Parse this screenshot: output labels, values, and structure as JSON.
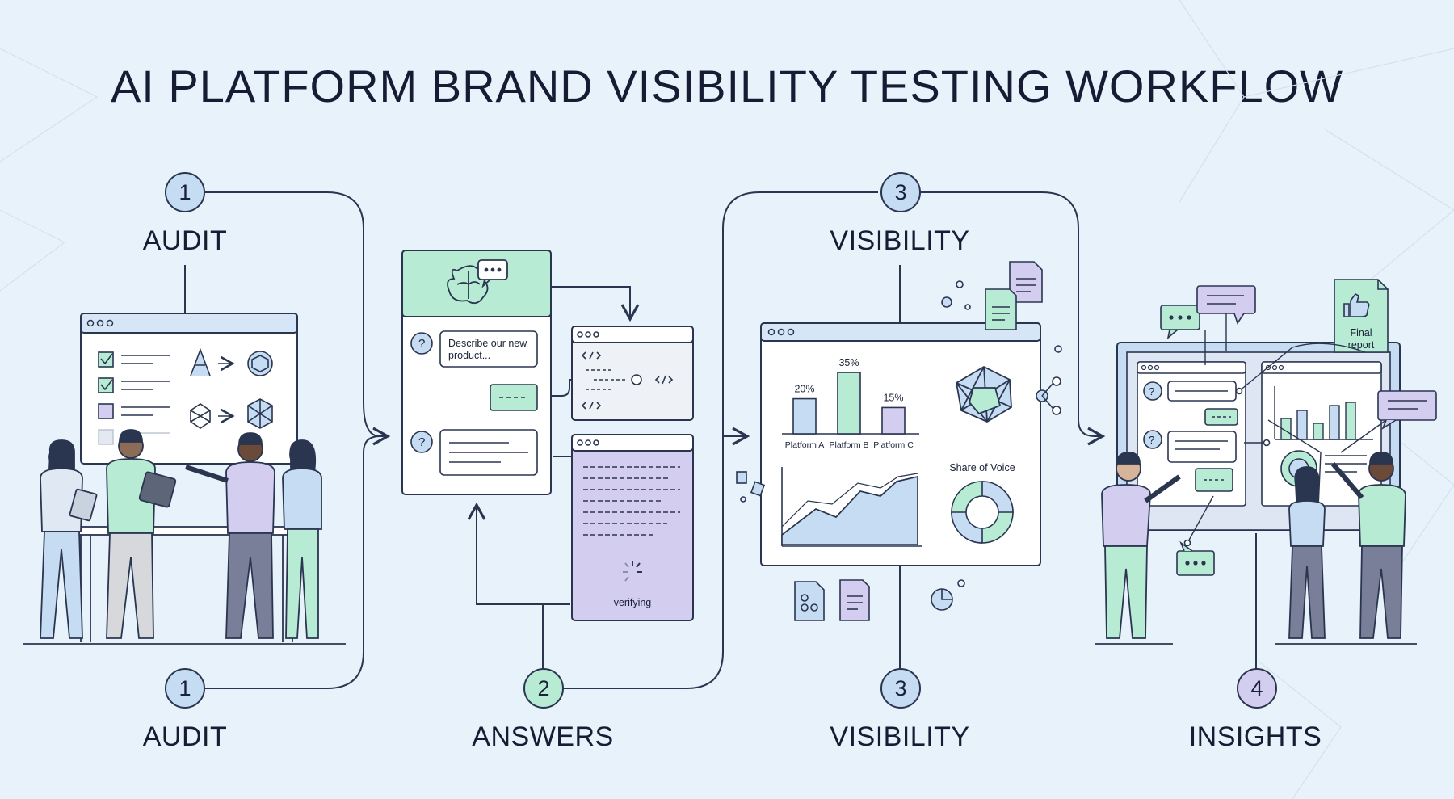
{
  "title": "AI PLATFORM BRAND VISIBILITY TESTING WORKFLOW",
  "steps": {
    "audit_top": {
      "num": "1",
      "label": "AUDIT"
    },
    "audit_bottom": {
      "num": "1",
      "label": "AUDIT"
    },
    "answers": {
      "num": "2",
      "label": "ANSWERS"
    },
    "visibility_top": {
      "num": "3",
      "label": "VISIBILITY"
    },
    "visibility_bottom": {
      "num": "3",
      "label": "VISIBILITY"
    },
    "insights": {
      "num": "4",
      "label": "INSIGHTS"
    }
  },
  "answers_panel": {
    "prompt_text_line1": "Describe our new",
    "prompt_text_line2": "product...",
    "verifying_label": "verifying"
  },
  "visibility_panel": {
    "share_of_voice_label": "Share of Voice",
    "bar_chart": {
      "type": "bar",
      "categories": [
        "Platform A",
        "Platform B",
        "Platform C"
      ],
      "values": [
        20,
        35,
        15
      ],
      "value_labels": [
        "20%",
        "35%",
        "15%"
      ]
    }
  },
  "insights_panel": {
    "final_report_line1": "Final",
    "final_report_line2": "report"
  },
  "colors": {
    "background": "#e8f2fb",
    "ink": "#2a3550",
    "mint": "#b7ebd4",
    "lavender": "#d3cdf0",
    "sky": "#c6dcf3"
  }
}
